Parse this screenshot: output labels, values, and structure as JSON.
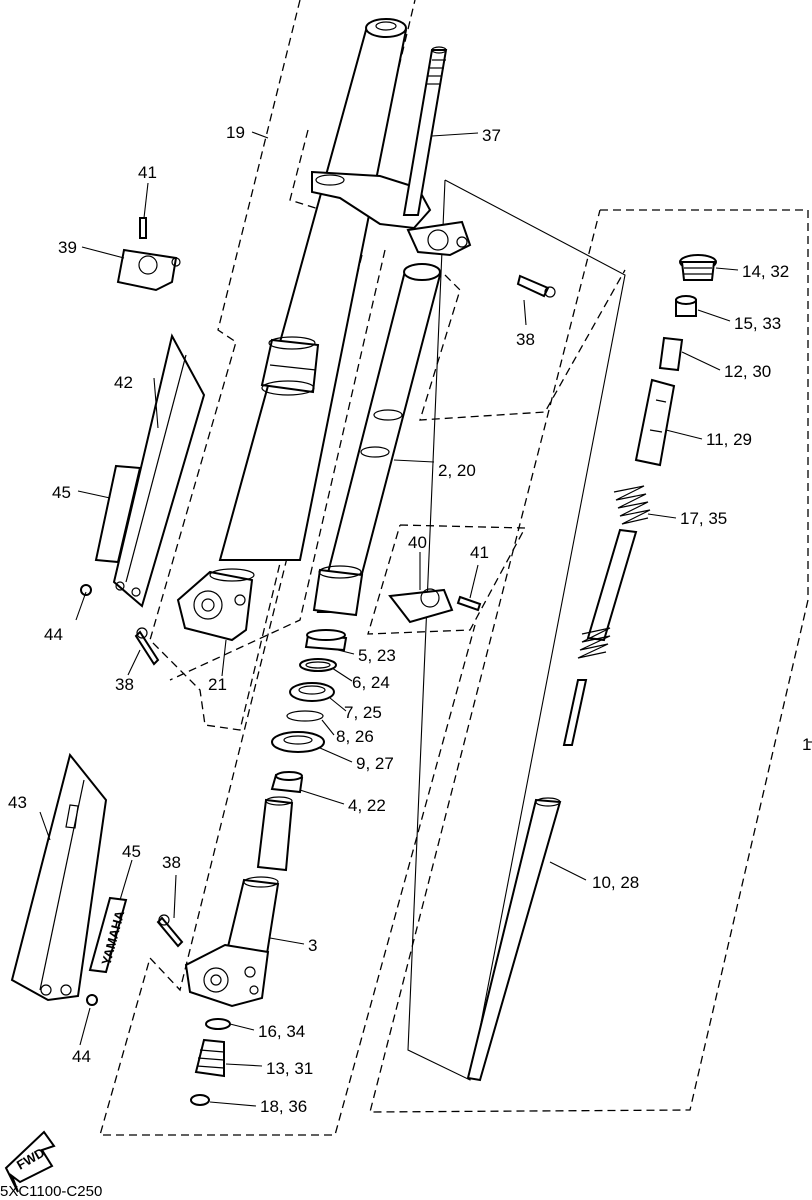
{
  "diagram": {
    "drawing_code": "5XC1100-C250",
    "fwd_label": "FWD",
    "logo_text": "YAMAHA",
    "callouts": [
      {
        "id": "1",
        "text": "1"
      },
      {
        "id": "2-20",
        "text": "2, 20"
      },
      {
        "id": "3",
        "text": "3"
      },
      {
        "id": "4-22",
        "text": "4, 22"
      },
      {
        "id": "5-23",
        "text": "5, 23"
      },
      {
        "id": "6-24",
        "text": "6, 24"
      },
      {
        "id": "7-25",
        "text": "7, 25"
      },
      {
        "id": "8-26",
        "text": "8, 26"
      },
      {
        "id": "9-27",
        "text": "9, 27"
      },
      {
        "id": "10-28",
        "text": "10, 28"
      },
      {
        "id": "11-29",
        "text": "11, 29"
      },
      {
        "id": "12-30",
        "text": "12, 30"
      },
      {
        "id": "13-31",
        "text": "13, 31"
      },
      {
        "id": "14-32",
        "text": "14, 32"
      },
      {
        "id": "15-33",
        "text": "15, 33"
      },
      {
        "id": "16-34",
        "text": "16, 34"
      },
      {
        "id": "17-35",
        "text": "17, 35"
      },
      {
        "id": "18-36",
        "text": "18, 36"
      },
      {
        "id": "19",
        "text": "19"
      },
      {
        "id": "21",
        "text": "21"
      },
      {
        "id": "37",
        "text": "37"
      },
      {
        "id": "38a",
        "text": "38"
      },
      {
        "id": "38b",
        "text": "38"
      },
      {
        "id": "38c",
        "text": "38"
      },
      {
        "id": "39",
        "text": "39"
      },
      {
        "id": "40",
        "text": "40"
      },
      {
        "id": "41a",
        "text": "41"
      },
      {
        "id": "41b",
        "text": "41"
      },
      {
        "id": "42",
        "text": "42"
      },
      {
        "id": "43",
        "text": "43"
      },
      {
        "id": "44a",
        "text": "44"
      },
      {
        "id": "44b",
        "text": "44"
      },
      {
        "id": "45a",
        "text": "45"
      },
      {
        "id": "45b",
        "text": "45"
      }
    ]
  }
}
